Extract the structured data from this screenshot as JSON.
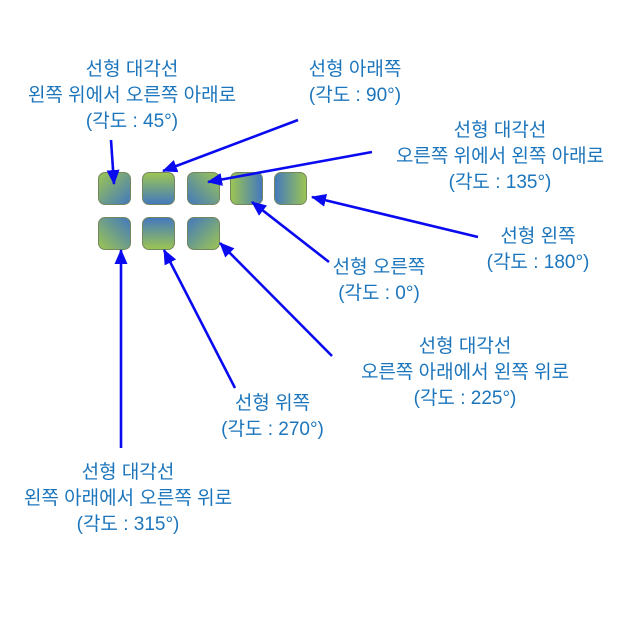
{
  "diagram_title": "PowerPoint linear gradient directions (Korean)",
  "colors": {
    "background": "#ffffff",
    "label_text": "#1b75bc",
    "arrow_blue": "#0a0af0",
    "gradient_green": "#9cc553",
    "gradient_blue": "#4379bd",
    "swatch_border": "#75865f"
  },
  "labels": [
    {
      "angle": 45,
      "lines": [
        "선형 대각선",
        "왼쪽 위에서 오른쪽 아래로",
        "(각도 : 45°)"
      ]
    },
    {
      "angle": 90,
      "lines": [
        "선형 아래쪽",
        "(각도 : 90°)"
      ]
    },
    {
      "angle": 135,
      "lines": [
        "선형 대각선",
        "오른쪽 위에서 왼쪽 아래로",
        "(각도 : 135°)"
      ]
    },
    {
      "angle": 180,
      "lines": [
        "선형 왼쪽",
        "(각도 : 180°)"
      ]
    },
    {
      "angle": 0,
      "lines": [
        "선형 오른쪽",
        "(각도 : 0°)"
      ]
    },
    {
      "angle": 225,
      "lines": [
        "선형 대각선",
        "오른쪽 아래에서 왼쪽 위로",
        "(각도 : 225°)"
      ]
    },
    {
      "angle": 270,
      "lines": [
        "선형 위쪽",
        "(각도 : 270°)"
      ]
    },
    {
      "angle": 315,
      "lines": [
        "선형 대각선",
        "왼쪽 아래에서 오른쪽 위로",
        "(각도 : 315°)"
      ]
    }
  ],
  "squares": [
    {
      "angle": 45,
      "direction": "to bottom right",
      "description": "선형 대각선 왼쪽 위에서 오른쪽 아래로"
    },
    {
      "angle": 90,
      "direction": "to bottom",
      "description": "선형 아래쪽"
    },
    {
      "angle": 135,
      "direction": "to bottom left",
      "description": "선형 대각선 오른쪽 위에서 왼쪽 아래로"
    },
    {
      "angle": 0,
      "direction": "to right",
      "description": "선형 오른쪽"
    },
    {
      "angle": 180,
      "direction": "to left",
      "description": "선형 왼쪽"
    },
    {
      "angle": 315,
      "direction": "to top right",
      "description": "선형 대각선 왼쪽 아래에서 오른쪽 위로"
    },
    {
      "angle": 270,
      "direction": "to top",
      "description": "선형 위쪽"
    },
    {
      "angle": 225,
      "direction": "to top left",
      "description": "선형 대각선 오른쪽 아래에서 왼쪽 위로"
    }
  ]
}
